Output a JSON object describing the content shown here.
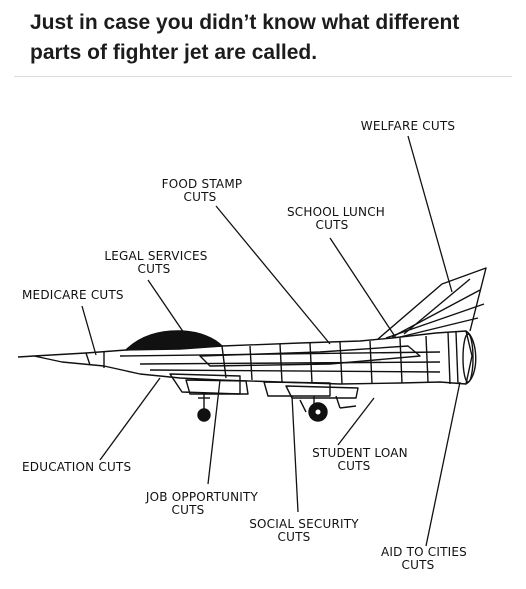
{
  "post": {
    "title": "Just in case you didn’t know what different parts of fighter jet are called."
  },
  "diagram": {
    "labels": [
      {
        "id": "welfare",
        "line1": "WELFARE CUTS",
        "line2": ""
      },
      {
        "id": "food-stamp",
        "line1": "FOOD STAMP",
        "line2": "CUTS"
      },
      {
        "id": "school-lunch",
        "line1": "SCHOOL LUNCH",
        "line2": "CUTS"
      },
      {
        "id": "legal-services",
        "line1": "LEGAL SERVICES",
        "line2": "CUTS"
      },
      {
        "id": "medicare",
        "line1": "MEDICARE CUTS",
        "line2": ""
      },
      {
        "id": "education",
        "line1": "EDUCATION CUTS",
        "line2": ""
      },
      {
        "id": "student-loan",
        "line1": "STUDENT LOAN",
        "line2": "CUTS"
      },
      {
        "id": "job-opportunity",
        "line1": "JOB OPPORTUNITY",
        "line2": "CUTS"
      },
      {
        "id": "social-security",
        "line1": "SOCIAL SECURITY",
        "line2": "CUTS"
      },
      {
        "id": "aid-to-cities",
        "line1": "AID TO CITIES",
        "line2": "CUTS"
      }
    ]
  }
}
